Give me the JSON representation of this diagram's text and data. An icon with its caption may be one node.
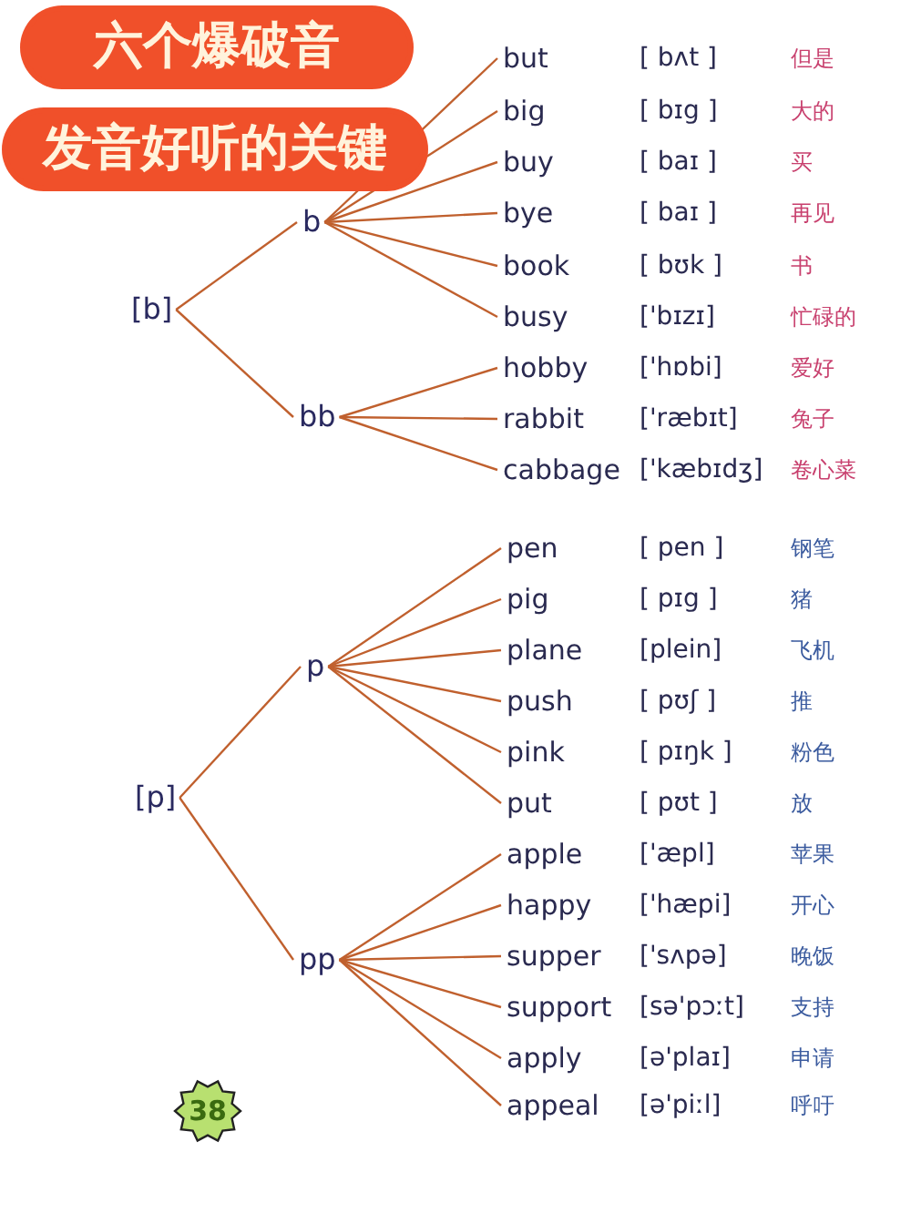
{
  "diagram": {
    "title": "六个爆破音",
    "nodes": [
      {
        "text": [
          "[b]"
        ]
      },
      {
        "text": [
          "b"
        ]
      },
      {
        "text": [
          "bb"
        ]
      },
      {
        "text": [
          "but"
        ],
        "beside": [
          "[ bʌt ]",
          "但是"
        ]
      },
      {
        "text": [
          "big"
        ],
        "beside": [
          "[ bɪg ]",
          "大的"
        ]
      },
      {
        "text": [
          "buy"
        ],
        "beside": [
          "[ baɪ ]",
          "买"
        ]
      },
      {
        "text": [
          "bye"
        ],
        "beside": [
          "[ baɪ ]",
          "再见"
        ]
      },
      {
        "text": [
          "book"
        ],
        "beside": [
          "[ bʊk ]",
          "书"
        ]
      },
      {
        "text": [
          "busy"
        ],
        "beside": [
          "['bɪzɪ]",
          "忙碌的"
        ]
      },
      {
        "text": [
          "hobby"
        ],
        "beside": [
          "['hɒbi]",
          "爱好"
        ]
      },
      {
        "text": [
          "rabbit"
        ],
        "beside": [
          "['ræbɪt]",
          "兔子"
        ]
      },
      {
        "text": [
          "cabbage"
        ],
        "beside": [
          "['kæbɪdʒ]",
          "卷心菜"
        ]
      },
      {
        "text": [
          "[p]"
        ]
      },
      {
        "text": [
          "p"
        ]
      },
      {
        "text": [
          "pp"
        ]
      },
      {
        "text": [
          "pen"
        ],
        "beside": [
          "[ pen ]",
          "钢笔"
        ]
      },
      {
        "text": [
          "pig"
        ],
        "beside": [
          "[ pɪg ]",
          "猪"
        ]
      },
      {
        "text": [
          "plane"
        ],
        "beside": [
          "[plein]",
          "飞机"
        ]
      },
      {
        "text": [
          "push"
        ],
        "beside": [
          "[ pʊʃ ]",
          "推"
        ]
      },
      {
        "text": [
          "pink"
        ],
        "beside": [
          "[ pɪŋk ]",
          "粉色"
        ]
      },
      {
        "text": [
          "put"
        ],
        "beside": [
          "[ pʊt ]",
          "放"
        ]
      },
      {
        "text": [
          "apple"
        ],
        "beside": [
          "['æpl]",
          "苹果"
        ]
      },
      {
        "text": [
          "happy"
        ],
        "beside": [
          "['hæpi]",
          "开心"
        ]
      },
      {
        "text": [
          "supper"
        ],
        "beside": [
          "['sʌpə]",
          "晚饭"
        ]
      },
      {
        "text": [
          "support"
        ],
        "beside": [
          "[sə'pɔːt]",
          "支持"
        ]
      },
      {
        "text": [
          "apply"
        ],
        "beside": [
          "[ə'plaɪ]",
          "申请"
        ]
      },
      {
        "text": [
          "appeal"
        ],
        "beside": [
          "[ə'piːl]",
          "呼吁"
        ]
      }
    ],
    "edges": [
      {
        "from": 0,
        "to": 1,
        "arrow": "none"
      },
      {
        "from": 0,
        "to": 2,
        "arrow": "none"
      },
      {
        "from": 1,
        "to": 3,
        "arrow": "none"
      },
      {
        "from": 1,
        "to": 4,
        "arrow": "none"
      },
      {
        "from": 1,
        "to": 5,
        "arrow": "none"
      },
      {
        "from": 1,
        "to": 6,
        "arrow": "none"
      },
      {
        "from": 1,
        "to": 7,
        "arrow": "none"
      },
      {
        "from": 1,
        "to": 8,
        "arrow": "none"
      },
      {
        "from": 2,
        "to": 9,
        "arrow": "none"
      },
      {
        "from": 2,
        "to": 10,
        "arrow": "none"
      },
      {
        "from": 2,
        "to": 11,
        "arrow": "none"
      },
      {
        "from": 12,
        "to": 13,
        "arrow": "none"
      },
      {
        "from": 12,
        "to": 14,
        "arrow": "none"
      },
      {
        "from": 13,
        "to": 15,
        "arrow": "none"
      },
      {
        "from": 13,
        "to": 16,
        "arrow": "none"
      },
      {
        "from": 13,
        "to": 17,
        "arrow": "none"
      },
      {
        "from": 13,
        "to": 18,
        "arrow": "none"
      },
      {
        "from": 13,
        "to": 19,
        "arrow": "none"
      },
      {
        "from": 13,
        "to": 20,
        "arrow": "none"
      },
      {
        "from": 14,
        "to": 21,
        "arrow": "none"
      },
      {
        "from": 14,
        "to": 22,
        "arrow": "none"
      },
      {
        "from": 14,
        "to": 23,
        "arrow": "none"
      },
      {
        "from": 14,
        "to": 24,
        "arrow": "none"
      },
      {
        "from": 14,
        "to": 25,
        "arrow": "none"
      },
      {
        "from": 14,
        "to": 26,
        "arrow": "none"
      }
    ],
    "labels": [
      "发音好听的关键",
      "38"
    ]
  }
}
